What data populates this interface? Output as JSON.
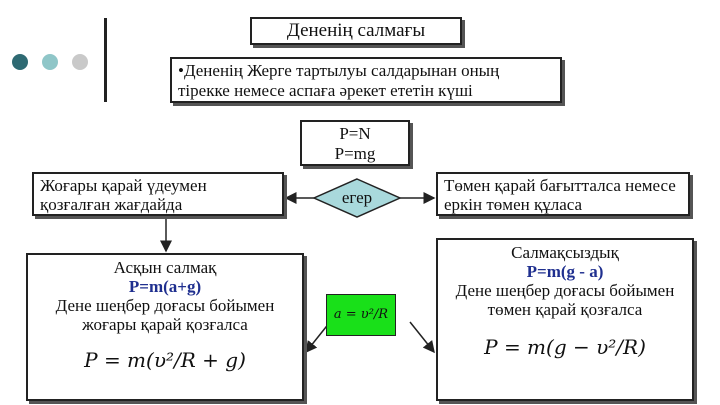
{
  "colors": {
    "dot1": "#2e6a73",
    "dot2": "#8fc6c8",
    "dot3": "#c9c9c9",
    "diamond_fill": "#a9d9dc",
    "green": "#19e019",
    "blue_text": "#1f2f8f"
  },
  "title": "Дененің салмағы",
  "definition": "•Дененің Жерге тартылуы салдарынан оның тірекке немесе аспаға әрекет ететін күші",
  "formulas": {
    "line1": "P=N",
    "line2": "P=mg"
  },
  "decision": "егер",
  "left_condition": "Жоғары қарай үдеумен қозғалған жағдайда",
  "right_condition": "Төмен қарай бағытталса немесе еркін төмен құласа",
  "left_result": {
    "title": "Асқын салмақ",
    "formula": "P=m(a+g)",
    "description": "Дене шеңбер доғасы бойымен жоғары қарай қозғалса",
    "big_formula": "P = m(υ²/R + g)"
  },
  "right_result": {
    "title": "Салмақсыздық",
    "formula": "P=m(g - a)",
    "description": "Дене шеңбер доғасы бойымен төмен қарай қозғалса",
    "big_formula": "P = m(g − υ²/R)"
  },
  "accel_formula": "a = υ²/R"
}
